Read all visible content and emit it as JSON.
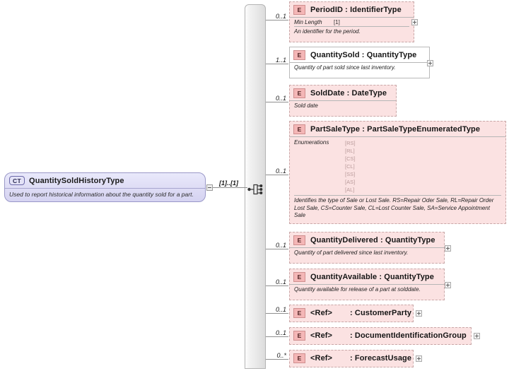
{
  "diagram": {
    "kind": "xml-schema-element-tree",
    "root": {
      "badge": "CT",
      "title": "QuantitySoldHistoryType",
      "description": "Used to report historical information about the quantity sold for a part.",
      "cardinality": "[1]..[1]",
      "compositor": "sequence",
      "collapse_icon": "minus-icon"
    },
    "element_badge": "E",
    "children": [
      {
        "id": "periodid",
        "cardinality": "0..1",
        "badge": "E",
        "name": "PeriodID : IdentifierType",
        "facet_name": "Min Length",
        "facet_value": "[1]",
        "description": "An identifier for the period.",
        "required": false,
        "expander": "plus-icon"
      },
      {
        "id": "quantitysold",
        "cardinality": "1..1",
        "badge": "E",
        "name": "QuantitySold : QuantityType",
        "description": "Quantity of part sold since last inventory.",
        "required": true,
        "expander": "plus-icon"
      },
      {
        "id": "solddate",
        "cardinality": "0..1",
        "badge": "E",
        "name": "SoldDate : DateType",
        "description": "Sold date",
        "required": false,
        "expander": null
      },
      {
        "id": "partsaletype",
        "cardinality": "0..1",
        "badge": "E",
        "name": "PartSaleType : PartSaleTypeEnumeratedType",
        "enumerations_label": "Enumerations",
        "enumerations": [
          "[RS]",
          "[RL]",
          "[CS]",
          "[CL]",
          "[SS]",
          "[AS]",
          "[AL]"
        ],
        "description": "Identifies the type of Sale or Lost Sale. RS=Repair Oder Sale, RL=Repair Order Lost Sale, CS=Counter Sale, CL=Lost Counter Sale, SA=Service Appointment Sale",
        "required": false,
        "expander": null
      },
      {
        "id": "quantitydelivered",
        "cardinality": "0..1",
        "badge": "E",
        "name": "QuantityDelivered : QuantityType",
        "description": "Quantity of part delivered since last inventory.",
        "required": false,
        "expander": "plus-icon"
      },
      {
        "id": "quantityavailable",
        "cardinality": "0..1",
        "badge": "E",
        "name": "QuantityAvailable : QuantityType",
        "description": "Quantity available for release of a part at solddate.",
        "required": false,
        "expander": "plus-icon"
      },
      {
        "id": "customerparty",
        "cardinality": "0..1",
        "badge": "E",
        "ref_label": "<Ref>",
        "name": ": CustomerParty",
        "required": false,
        "expander": "plus-icon"
      },
      {
        "id": "documentidentificationgroup",
        "cardinality": "0..1",
        "badge": "E",
        "ref_label": "<Ref>",
        "name": ": DocumentIdentificationGroup",
        "required": false,
        "expander": "plus-icon"
      },
      {
        "id": "forecastusage",
        "cardinality": "0..*",
        "badge": "E",
        "ref_label": "<Ref>",
        "name": ": ForecastUsage",
        "required": false,
        "expander": "plus-icon"
      }
    ],
    "colors": {
      "element_fill": "#fbe2e2",
      "element_border": "#c9a8a8",
      "badge_fill": "#f4b6b6",
      "root_fill": "#dedcf5",
      "root_border": "#9a98c8",
      "bar_fill": "#e7e7e7",
      "line": "#8f8f8f"
    }
  }
}
